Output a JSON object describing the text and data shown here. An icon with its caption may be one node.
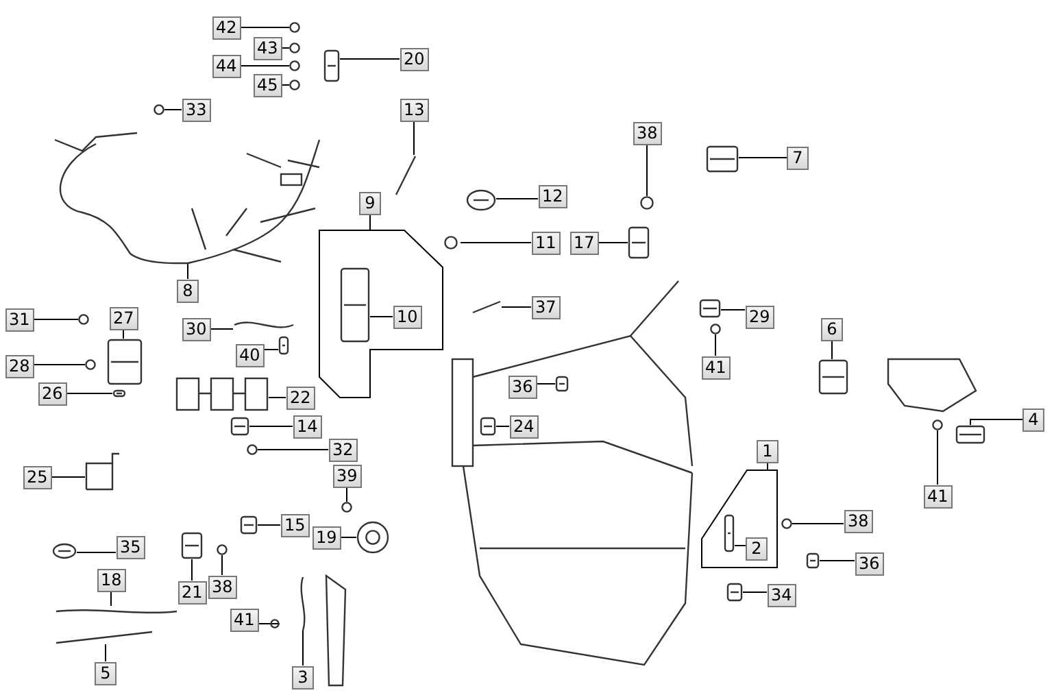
{
  "diagram": {
    "nodes": [
      {
        "text": [],
        "shape": "box"
      },
      {
        "text": [],
        "shape": "box"
      },
      {
        "text": [
          "42"
        ]
      },
      {
        "text": [
          "43"
        ]
      },
      {
        "text": [
          "44"
        ]
      },
      {
        "text": [
          "45"
        ]
      },
      {
        "text": [
          "20"
        ]
      },
      {
        "text": [
          "33"
        ]
      },
      {
        "text": [
          "13"
        ]
      },
      {
        "text": [
          "9"
        ]
      },
      {
        "text": [
          "38"
        ]
      },
      {
        "text": [
          "7"
        ]
      },
      {
        "text": [
          "12"
        ]
      },
      {
        "text": [
          "11"
        ]
      },
      {
        "text": [
          "17"
        ]
      },
      {
        "text": [
          "8"
        ]
      },
      {
        "text": [
          "37"
        ]
      },
      {
        "text": [
          "29"
        ]
      },
      {
        "text": [
          "31"
        ]
      },
      {
        "text": [
          "27"
        ]
      },
      {
        "text": [
          "10"
        ],
        "in": 0
      },
      {
        "text": [
          "30"
        ]
      },
      {
        "text": [
          "6"
        ]
      },
      {
        "text": [
          "40"
        ]
      },
      {
        "text": [
          "41"
        ]
      },
      {
        "text": [
          "28"
        ]
      },
      {
        "text": [
          "26"
        ]
      },
      {
        "text": [
          "22"
        ]
      },
      {
        "text": [
          "36"
        ]
      },
      {
        "text": [
          "4"
        ]
      },
      {
        "text": [
          "14"
        ]
      },
      {
        "text": [
          "24"
        ]
      },
      {
        "text": [
          "32"
        ]
      },
      {
        "text": [
          "1"
        ]
      },
      {
        "text": [
          "41"
        ]
      },
      {
        "text": [
          "25"
        ]
      },
      {
        "text": [
          "39"
        ]
      },
      {
        "text": [
          "15"
        ]
      },
      {
        "text": [
          "38"
        ]
      },
      {
        "text": [
          "19"
        ]
      },
      {
        "text": [
          "35"
        ]
      },
      {
        "text": [
          "2"
        ],
        "in": 1
      },
      {
        "text": [
          "36"
        ]
      },
      {
        "text": [
          "18"
        ]
      },
      {
        "text": [
          "38"
        ]
      },
      {
        "text": [
          "21"
        ]
      },
      {
        "text": [
          "34"
        ]
      },
      {
        "text": [
          "41"
        ]
      },
      {
        "text": [
          "5"
        ]
      },
      {
        "text": [
          "3"
        ]
      },
      {
        "text": [],
        "shape": "circle"
      },
      {
        "text": [],
        "shape": "circle"
      },
      {
        "text": [],
        "shape": "circle"
      },
      {
        "text": [],
        "shape": "circle"
      },
      {
        "text": [],
        "shape": "picture"
      },
      {
        "text": [],
        "shape": "circle"
      },
      {
        "text": [],
        "shape": "picture"
      },
      {
        "text": [],
        "shape": "circle"
      },
      {
        "text": [],
        "shape": "picture"
      },
      {
        "text": [],
        "shape": "picture"
      },
      {
        "text": [],
        "shape": "circle"
      },
      {
        "text": [],
        "shape": "picture"
      },
      {
        "text": [],
        "shape": "picture"
      },
      {
        "text": [],
        "shape": "picture"
      },
      {
        "text": [],
        "shape": "picture"
      },
      {
        "text": [],
        "shape": "circle"
      },
      {
        "text": [],
        "shape": "picture"
      },
      {
        "text": [],
        "shape": "picture",
        "in": 0
      },
      {
        "text": [],
        "shape": "picture"
      },
      {
        "text": [],
        "shape": "picture"
      },
      {
        "text": [],
        "shape": "picture"
      },
      {
        "text": [],
        "shape": "circle"
      },
      {
        "text": [],
        "shape": "circle"
      },
      {
        "text": [],
        "shape": "picture"
      },
      {
        "text": [],
        "shape": "picture"
      },
      {
        "text": [],
        "shape": "picture"
      },
      {
        "text": [],
        "shape": "picture"
      },
      {
        "text": [],
        "shape": "picture"
      },
      {
        "text": [],
        "shape": "picture"
      },
      {
        "text": [],
        "shape": "circle"
      },
      {
        "text": [],
        "shape": "circle"
      },
      {
        "text": [],
        "shape": "picture"
      },
      {
        "text": [],
        "shape": "circle"
      },
      {
        "text": [],
        "shape": "picture"
      },
      {
        "text": [],
        "shape": "circle"
      },
      {
        "text": [],
        "shape": "picture"
      },
      {
        "text": [],
        "shape": "picture"
      },
      {
        "text": [],
        "shape": "picture",
        "in": 1
      },
      {
        "text": [],
        "shape": "picture"
      },
      {
        "text": [],
        "shape": "picture"
      },
      {
        "text": [],
        "shape": "circle"
      },
      {
        "text": [],
        "shape": "picture"
      },
      {
        "text": [],
        "shape": "picture"
      },
      {
        "text": [],
        "shape": "circle"
      },
      {
        "text": [],
        "shape": "picture"
      },
      {
        "text": [],
        "shape": "picture"
      }
    ],
    "edges": [
      {
        "from": 2,
        "to": 50,
        "arrow": "none"
      },
      {
        "from": 3,
        "to": 51,
        "arrow": "none"
      },
      {
        "from": 4,
        "to": 52,
        "arrow": "none"
      },
      {
        "from": 5,
        "to": 53,
        "arrow": "none"
      },
      {
        "from": 6,
        "to": 54,
        "arrow": "none"
      },
      {
        "from": 7,
        "to": 55,
        "arrow": "none"
      },
      {
        "from": 8,
        "to": 56,
        "arrow": "none"
      },
      {
        "from": 9,
        "to": 0,
        "arrow": "none"
      },
      {
        "from": 10,
        "to": 57,
        "arrow": "none"
      },
      {
        "from": 11,
        "to": 58,
        "arrow": "none"
      },
      {
        "from": 12,
        "to": 59,
        "arrow": "none"
      },
      {
        "from": 13,
        "to": 60,
        "arrow": "none"
      },
      {
        "from": 14,
        "to": 61,
        "arrow": "none"
      },
      {
        "from": 15,
        "to": 62,
        "arrow": "none"
      },
      {
        "from": 16,
        "to": 63,
        "arrow": "none"
      },
      {
        "from": 17,
        "to": 64,
        "arrow": "none"
      },
      {
        "from": 18,
        "to": 65,
        "arrow": "none"
      },
      {
        "from": 19,
        "to": 66,
        "arrow": "none"
      },
      {
        "from": 20,
        "to": 67,
        "arrow": "none"
      },
      {
        "from": 21,
        "to": 68,
        "arrow": "none"
      },
      {
        "from": 22,
        "to": 69,
        "arrow": "none"
      },
      {
        "from": 23,
        "to": 70,
        "arrow": "none"
      },
      {
        "from": 24,
        "to": 71,
        "arrow": "none"
      },
      {
        "from": 25,
        "to": 72,
        "arrow": "none"
      },
      {
        "from": 26,
        "to": 73,
        "arrow": "none"
      },
      {
        "from": 27,
        "to": 74,
        "arrow": "none"
      },
      {
        "from": 28,
        "to": 75,
        "arrow": "none"
      },
      {
        "from": 29,
        "to": 76,
        "arrow": "none"
      },
      {
        "from": 30,
        "to": 77,
        "arrow": "none"
      },
      {
        "from": 31,
        "to": 78,
        "arrow": "none"
      },
      {
        "from": 32,
        "to": 79,
        "arrow": "none"
      },
      {
        "from": 33,
        "to": 1,
        "arrow": "none"
      },
      {
        "from": 34,
        "to": 80,
        "arrow": "none"
      },
      {
        "from": 35,
        "to": 81,
        "arrow": "none"
      },
      {
        "from": 36,
        "to": 82,
        "arrow": "none"
      },
      {
        "from": 37,
        "to": 83,
        "arrow": "none"
      },
      {
        "from": 38,
        "to": 84,
        "arrow": "none"
      },
      {
        "from": 39,
        "to": 85,
        "arrow": "none"
      },
      {
        "from": 40,
        "to": 86,
        "arrow": "none"
      },
      {
        "from": 41,
        "to": 87,
        "arrow": "none"
      },
      {
        "from": 42,
        "to": 88,
        "arrow": "none"
      },
      {
        "from": 43,
        "to": 89,
        "arrow": "none"
      },
      {
        "from": 44,
        "to": 90,
        "arrow": "none"
      },
      {
        "from": 45,
        "to": 91,
        "arrow": "none"
      },
      {
        "from": 46,
        "to": 92,
        "arrow": "none"
      },
      {
        "from": 47,
        "to": 93,
        "arrow": "none"
      },
      {
        "from": 48,
        "to": 94,
        "arrow": "none"
      },
      {
        "from": 49,
        "to": 95,
        "arrow": "none"
      }
    ]
  }
}
